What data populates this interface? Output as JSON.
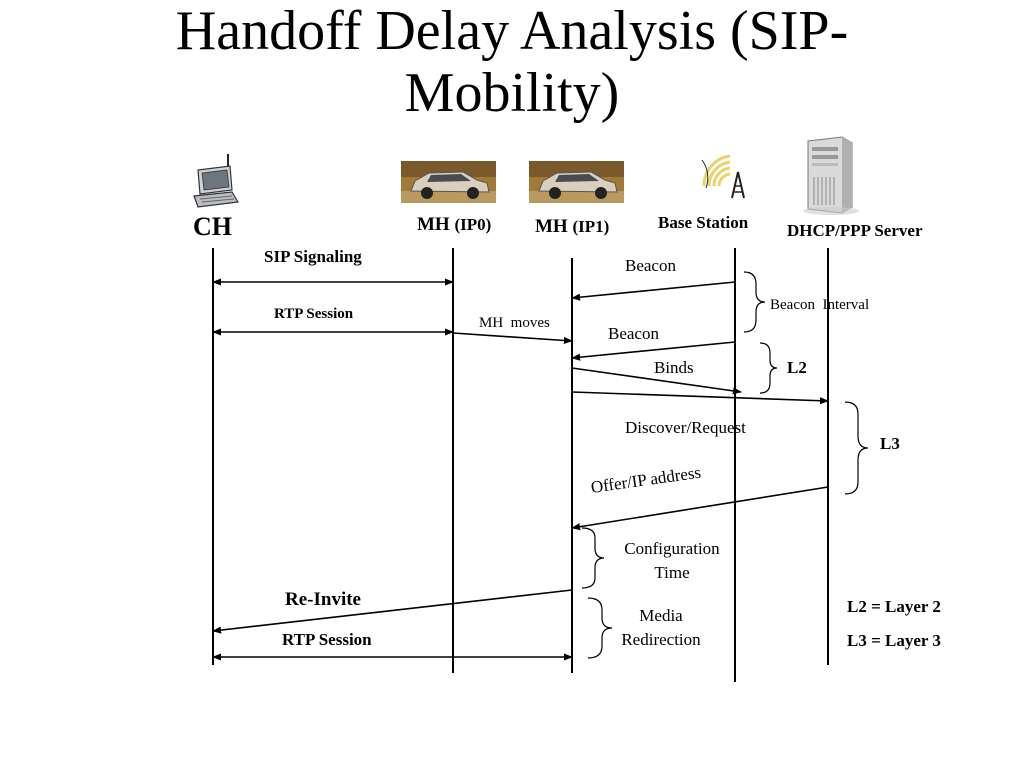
{
  "title_line1": "Handoff Delay Analysis (SIP-",
  "title_line2": "Mobility)",
  "entities": {
    "ch": "CH",
    "mh0_name": "MH",
    "mh0_ip": "(IP0)",
    "mh1_name": "MH",
    "mh1_ip": "(IP1)",
    "base_station": "Base Station",
    "dhcp_server": "DHCP/PPP Server"
  },
  "messages": {
    "sip_signaling": "SIP Signaling",
    "rtp_session_1": "RTP Session",
    "mh_moves": "MH  moves",
    "beacon_1": "Beacon",
    "beacon_2": "Beacon",
    "binds": "Binds",
    "discover_request": "Discover/Request",
    "offer_ip": "Offer/IP address",
    "re_invite": "Re-Invite",
    "rtp_session_2": "RTP Session"
  },
  "intervals": {
    "beacon_interval": "Beacon  Interval",
    "l2": "L2",
    "l3": "L3",
    "config_time_1": "Configuration",
    "config_time_2": "Time",
    "media_redirection_1": "Media",
    "media_redirection_2": "Redirection"
  },
  "legend": {
    "l2": "L2 = Layer 2",
    "l3": "L3 = Layer 3"
  },
  "icons": {
    "ch": "laptop-icon",
    "mh0": "car-icon",
    "mh1": "car-icon",
    "base_station": "antenna-tower-icon",
    "dhcp_server": "server-tower-icon"
  }
}
